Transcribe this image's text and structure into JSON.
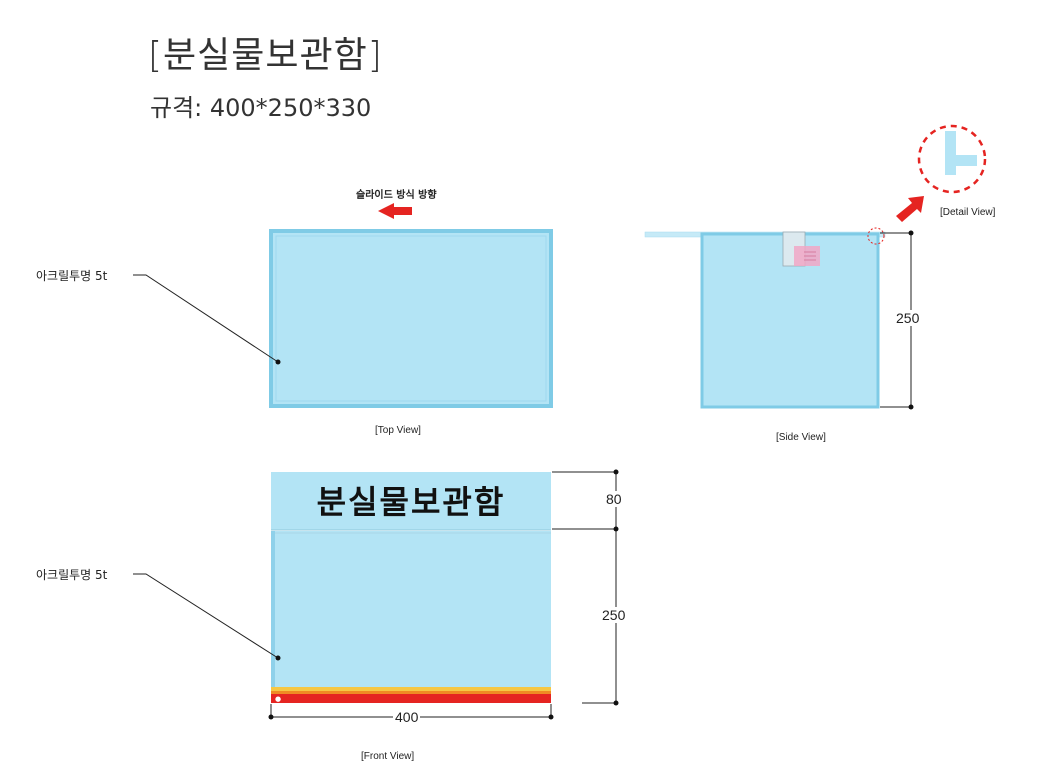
{
  "title": "[분실물보관함]",
  "spec": "규격: 400*250*330",
  "top_view": {
    "slide_label": "슬라이드 방식 방향",
    "callout": "아크릴투명 5t",
    "caption": "[Top View]"
  },
  "side_view": {
    "caption": "[Side View]",
    "detail_caption": "[Detail  View]",
    "dim_height": "250"
  },
  "front_view": {
    "sign_text": "분실물보관함",
    "callout": "아크릴투명 5t",
    "caption": "[Front View]",
    "dim_top": "80",
    "dim_body": "250",
    "dim_width": "400"
  },
  "colors": {
    "acrylic_fill": "#b3e4f5",
    "acrylic_edge": "#7fcbe6",
    "accent_red": "#e52421"
  }
}
